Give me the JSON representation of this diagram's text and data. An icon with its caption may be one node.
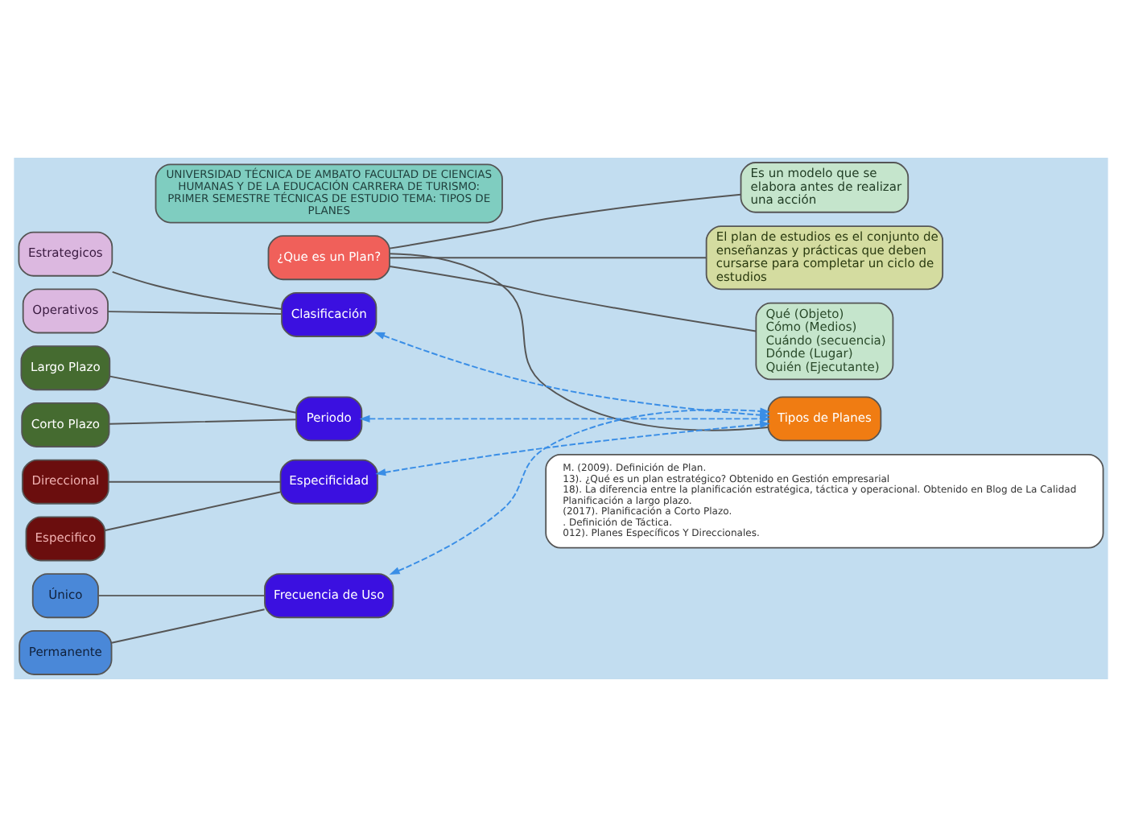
{
  "diagram": {
    "nodes": [
      {
        "text": [
          "UNIVERSIDAD TÉCNICA DE AMBATO FACULTAD DE CIENCIAS HUMANAS Y DE LA EDUCACIÓN CARRERA DE TURISMO: PRIMER SEMESTRE TÉCNICAS DE ESTUDIO TEMA: TIPOS DE PLANES"
        ]
      },
      {
        "text": [
          "¿Que es un Plan?"
        ]
      },
      {
        "text": [
          "Es un modelo que se elabora antes de realizar una acción"
        ]
      },
      {
        "text": [
          "El plan de estudios es el conjunto de enseñanzas y prácticas que deben cursarse para completar un ciclo de estudios"
        ]
      },
      {
        "text": [
          "Qué (Objeto) Cómo (Medios) Cuándo (secuencia) Dónde (Lugar) Quién (Ejecutante)"
        ]
      },
      {
        "text": [
          "Tipos de Planes"
        ]
      },
      {
        "text": [
          "Clasificación"
        ]
      },
      {
        "text": [
          "Estrategicos"
        ]
      },
      {
        "text": [
          "Operativos"
        ]
      },
      {
        "text": [
          "Periodo"
        ]
      },
      {
        "text": [
          "Largo Plazo"
        ]
      },
      {
        "text": [
          "Corto Plazo"
        ]
      },
      {
        "text": [
          "Especificidad"
        ]
      },
      {
        "text": [
          "Direccional"
        ]
      },
      {
        "text": [
          "Especifico"
        ]
      },
      {
        "text": [
          "Frecuencia de Uso"
        ]
      },
      {
        "text": [
          "Único"
        ]
      },
      {
        "text": [
          "Permanente"
        ]
      },
      {
        "text": [
          "M. (2009). Definición de Plan.",
          "13). ¿Qué es un plan estratégico? Obtenido en Gestión empresarial",
          "18). La diferencia entre la planificación estratégica, táctica y operacional. Obtenido en Blog de La Calidad",
          "Planificación a largo plazo.",
          "(2017). Planificación a Corto Plazo.",
          ". Definición de Táctica.",
          "012). Planes Específicos Y Direccionales."
        ]
      }
    ],
    "edges": [
      {
        "from": 1,
        "to": 2,
        "arrow": "none"
      },
      {
        "from": 1,
        "to": 3,
        "arrow": "none"
      },
      {
        "from": 1,
        "to": 4,
        "arrow": "none"
      },
      {
        "from": 5,
        "to": 1,
        "arrow": "none"
      },
      {
        "from": 5,
        "to": 6,
        "arrow": "both",
        "style": "dashed",
        "color": "#3a8ee6"
      },
      {
        "from": 5,
        "to": 9,
        "arrow": "both",
        "style": "dashed",
        "color": "#3a8ee6"
      },
      {
        "from": 5,
        "to": 12,
        "arrow": "both",
        "style": "dashed",
        "color": "#3a8ee6"
      },
      {
        "from": 5,
        "to": 15,
        "arrow": "both",
        "style": "dashed",
        "color": "#3a8ee6"
      },
      {
        "from": 6,
        "to": 7,
        "arrow": "none"
      },
      {
        "from": 6,
        "to": 8,
        "arrow": "none"
      },
      {
        "from": 9,
        "to": 10,
        "arrow": "none"
      },
      {
        "from": 9,
        "to": 11,
        "arrow": "none"
      },
      {
        "from": 12,
        "to": 13,
        "arrow": "none"
      },
      {
        "from": 12,
        "to": 14,
        "arrow": "none"
      },
      {
        "from": 15,
        "to": 16,
        "arrow": "none"
      },
      {
        "from": 15,
        "to": 17,
        "arrow": "none"
      }
    ]
  }
}
